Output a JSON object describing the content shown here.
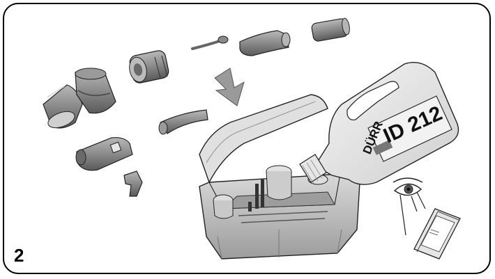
{
  "figure": {
    "number": "2"
  },
  "bottle_label": {
    "brand": "DÜRR",
    "product": "ID 212"
  },
  "colors": {
    "part_fill": "#8f8f8f",
    "part_dark": "#5e5e5e",
    "box_fill": "#bdbdbd",
    "outline": "#222222"
  }
}
